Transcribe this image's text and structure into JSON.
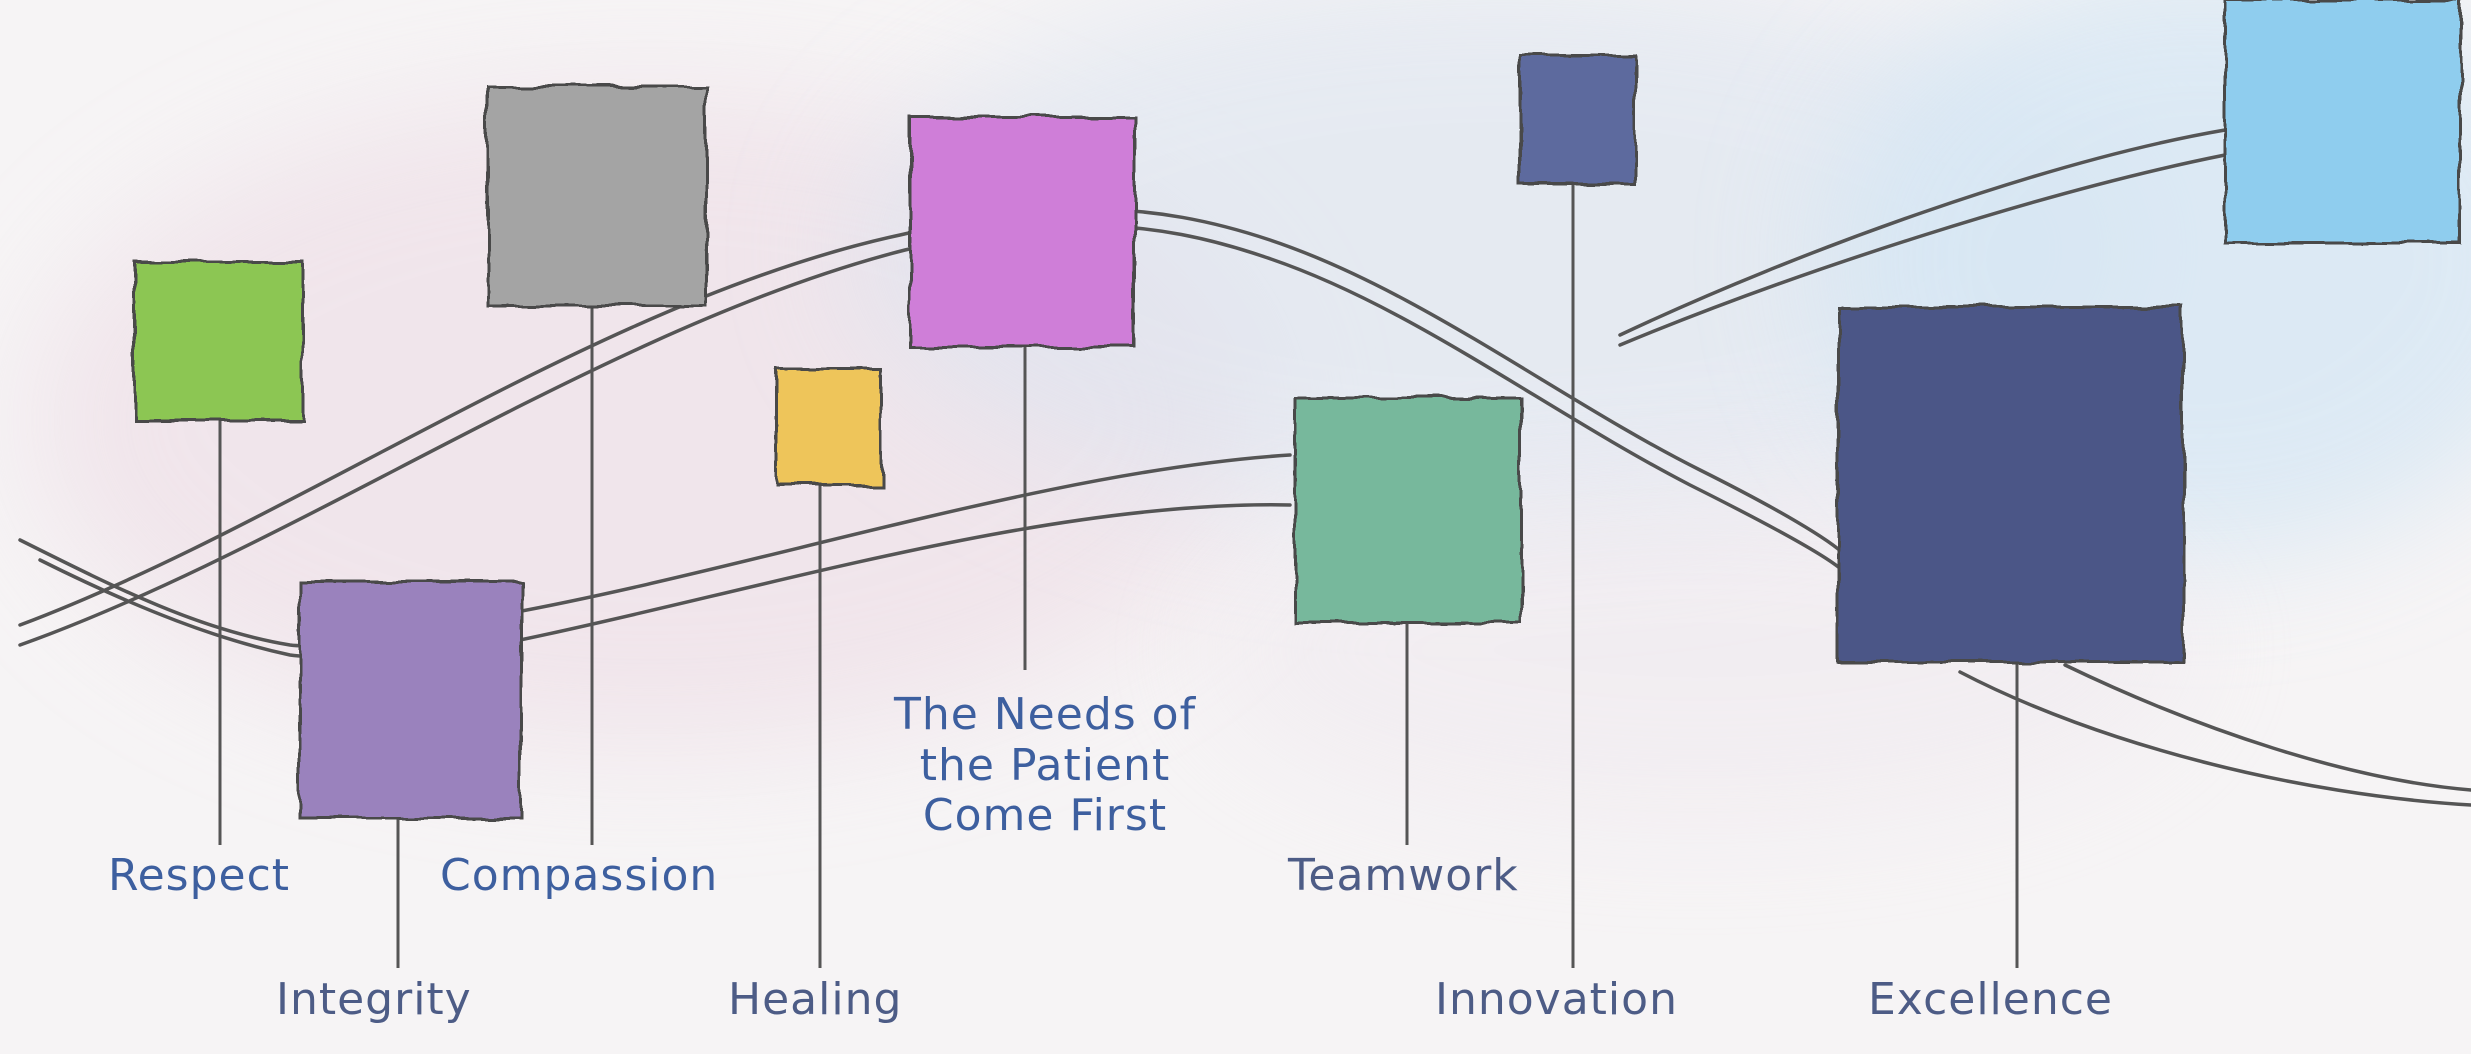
{
  "values": {
    "respect": {
      "label": "Respect",
      "color": "#8cc653"
    },
    "integrity": {
      "label": "Integrity",
      "color": "#9a82bd"
    },
    "compassion": {
      "label": "Compassion",
      "color": "#a4a4a4"
    },
    "healing": {
      "label": "Healing",
      "color": "#eec55a"
    },
    "patient_first": {
      "line1": "The Needs of",
      "line2": "the Patient",
      "line3": "Come First",
      "color": "#cf7ed8"
    },
    "teamwork": {
      "label": "Teamwork",
      "color": "#77b89c"
    },
    "innovation": {
      "label": "Innovation",
      "color": "#5d6a9e"
    },
    "excellence": {
      "label": "Excellence",
      "color": "#4b5687"
    },
    "unlabeled": {
      "color": "#8fcdee"
    }
  },
  "label_colors": {
    "primary": "#3d5f9f",
    "secondary": "#4d5c86"
  },
  "ink_color": "#555555"
}
